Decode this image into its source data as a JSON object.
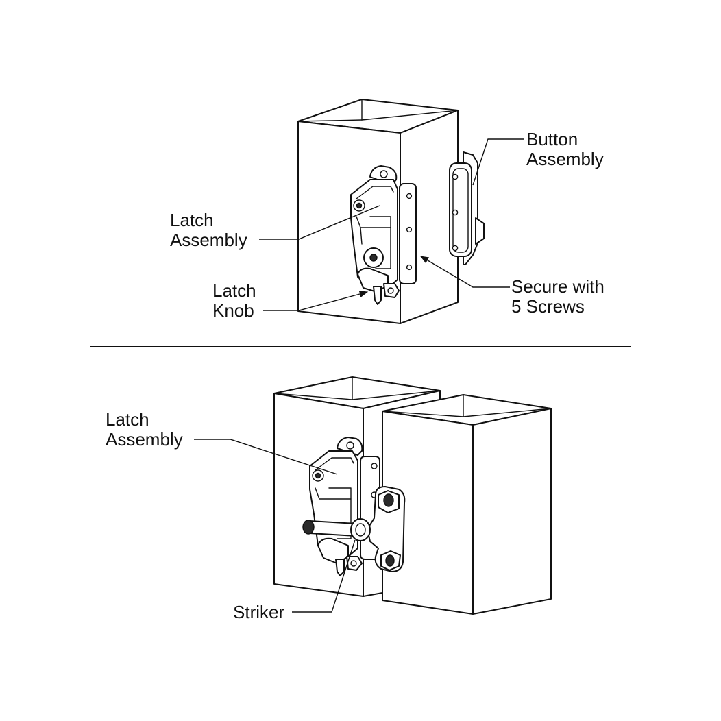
{
  "labels": {
    "button_assembly": [
      "Button",
      "Assembly"
    ],
    "latch_assembly_top": [
      "Latch",
      "Assembly"
    ],
    "latch_knob": [
      "Latch",
      "Knob"
    ],
    "secure_screws": [
      "Secure with",
      "5 Screws"
    ],
    "latch_assembly_bottom": [
      "Latch",
      "Assembly"
    ],
    "striker": "Striker"
  }
}
